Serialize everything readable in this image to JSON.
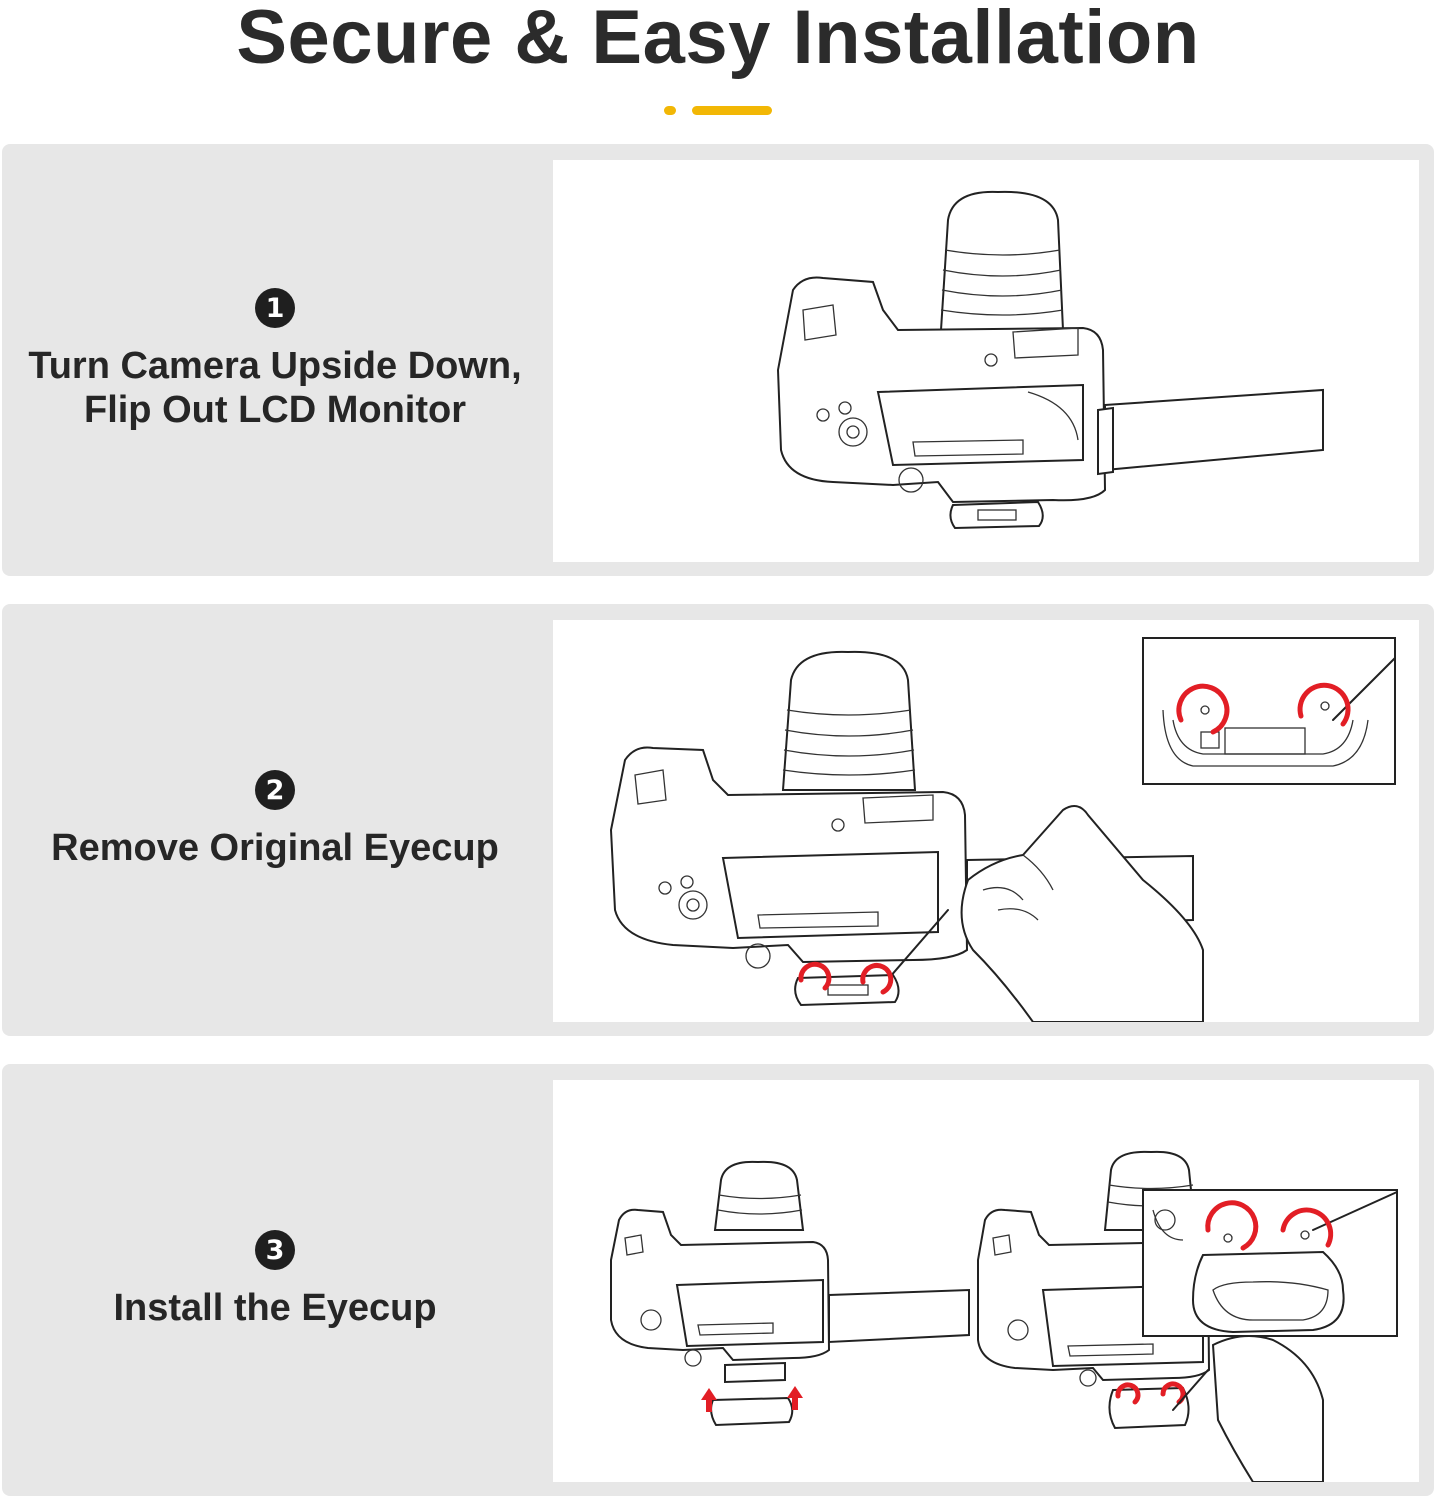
{
  "page": {
    "title": "Secure & Easy Installation",
    "accent_color": "#f2b705"
  },
  "steps": [
    {
      "number": "1",
      "lines": [
        "Turn Camera Upside Down,",
        "Flip Out LCD Monitor"
      ],
      "illustration_icon": "camera-flip-lcd-illustration"
    },
    {
      "number": "2",
      "lines": [
        "Remove Original Eyecup"
      ],
      "illustration_icon": "camera-unscrew-eyecup-illustration"
    },
    {
      "number": "3",
      "lines": [
        "Install the Eyecup"
      ],
      "illustration_icon": "camera-install-eyecup-illustration"
    }
  ],
  "colors": {
    "panel_background": "#e7e7e7",
    "arrow_red": "#e21e25",
    "text_dark": "#262626"
  }
}
